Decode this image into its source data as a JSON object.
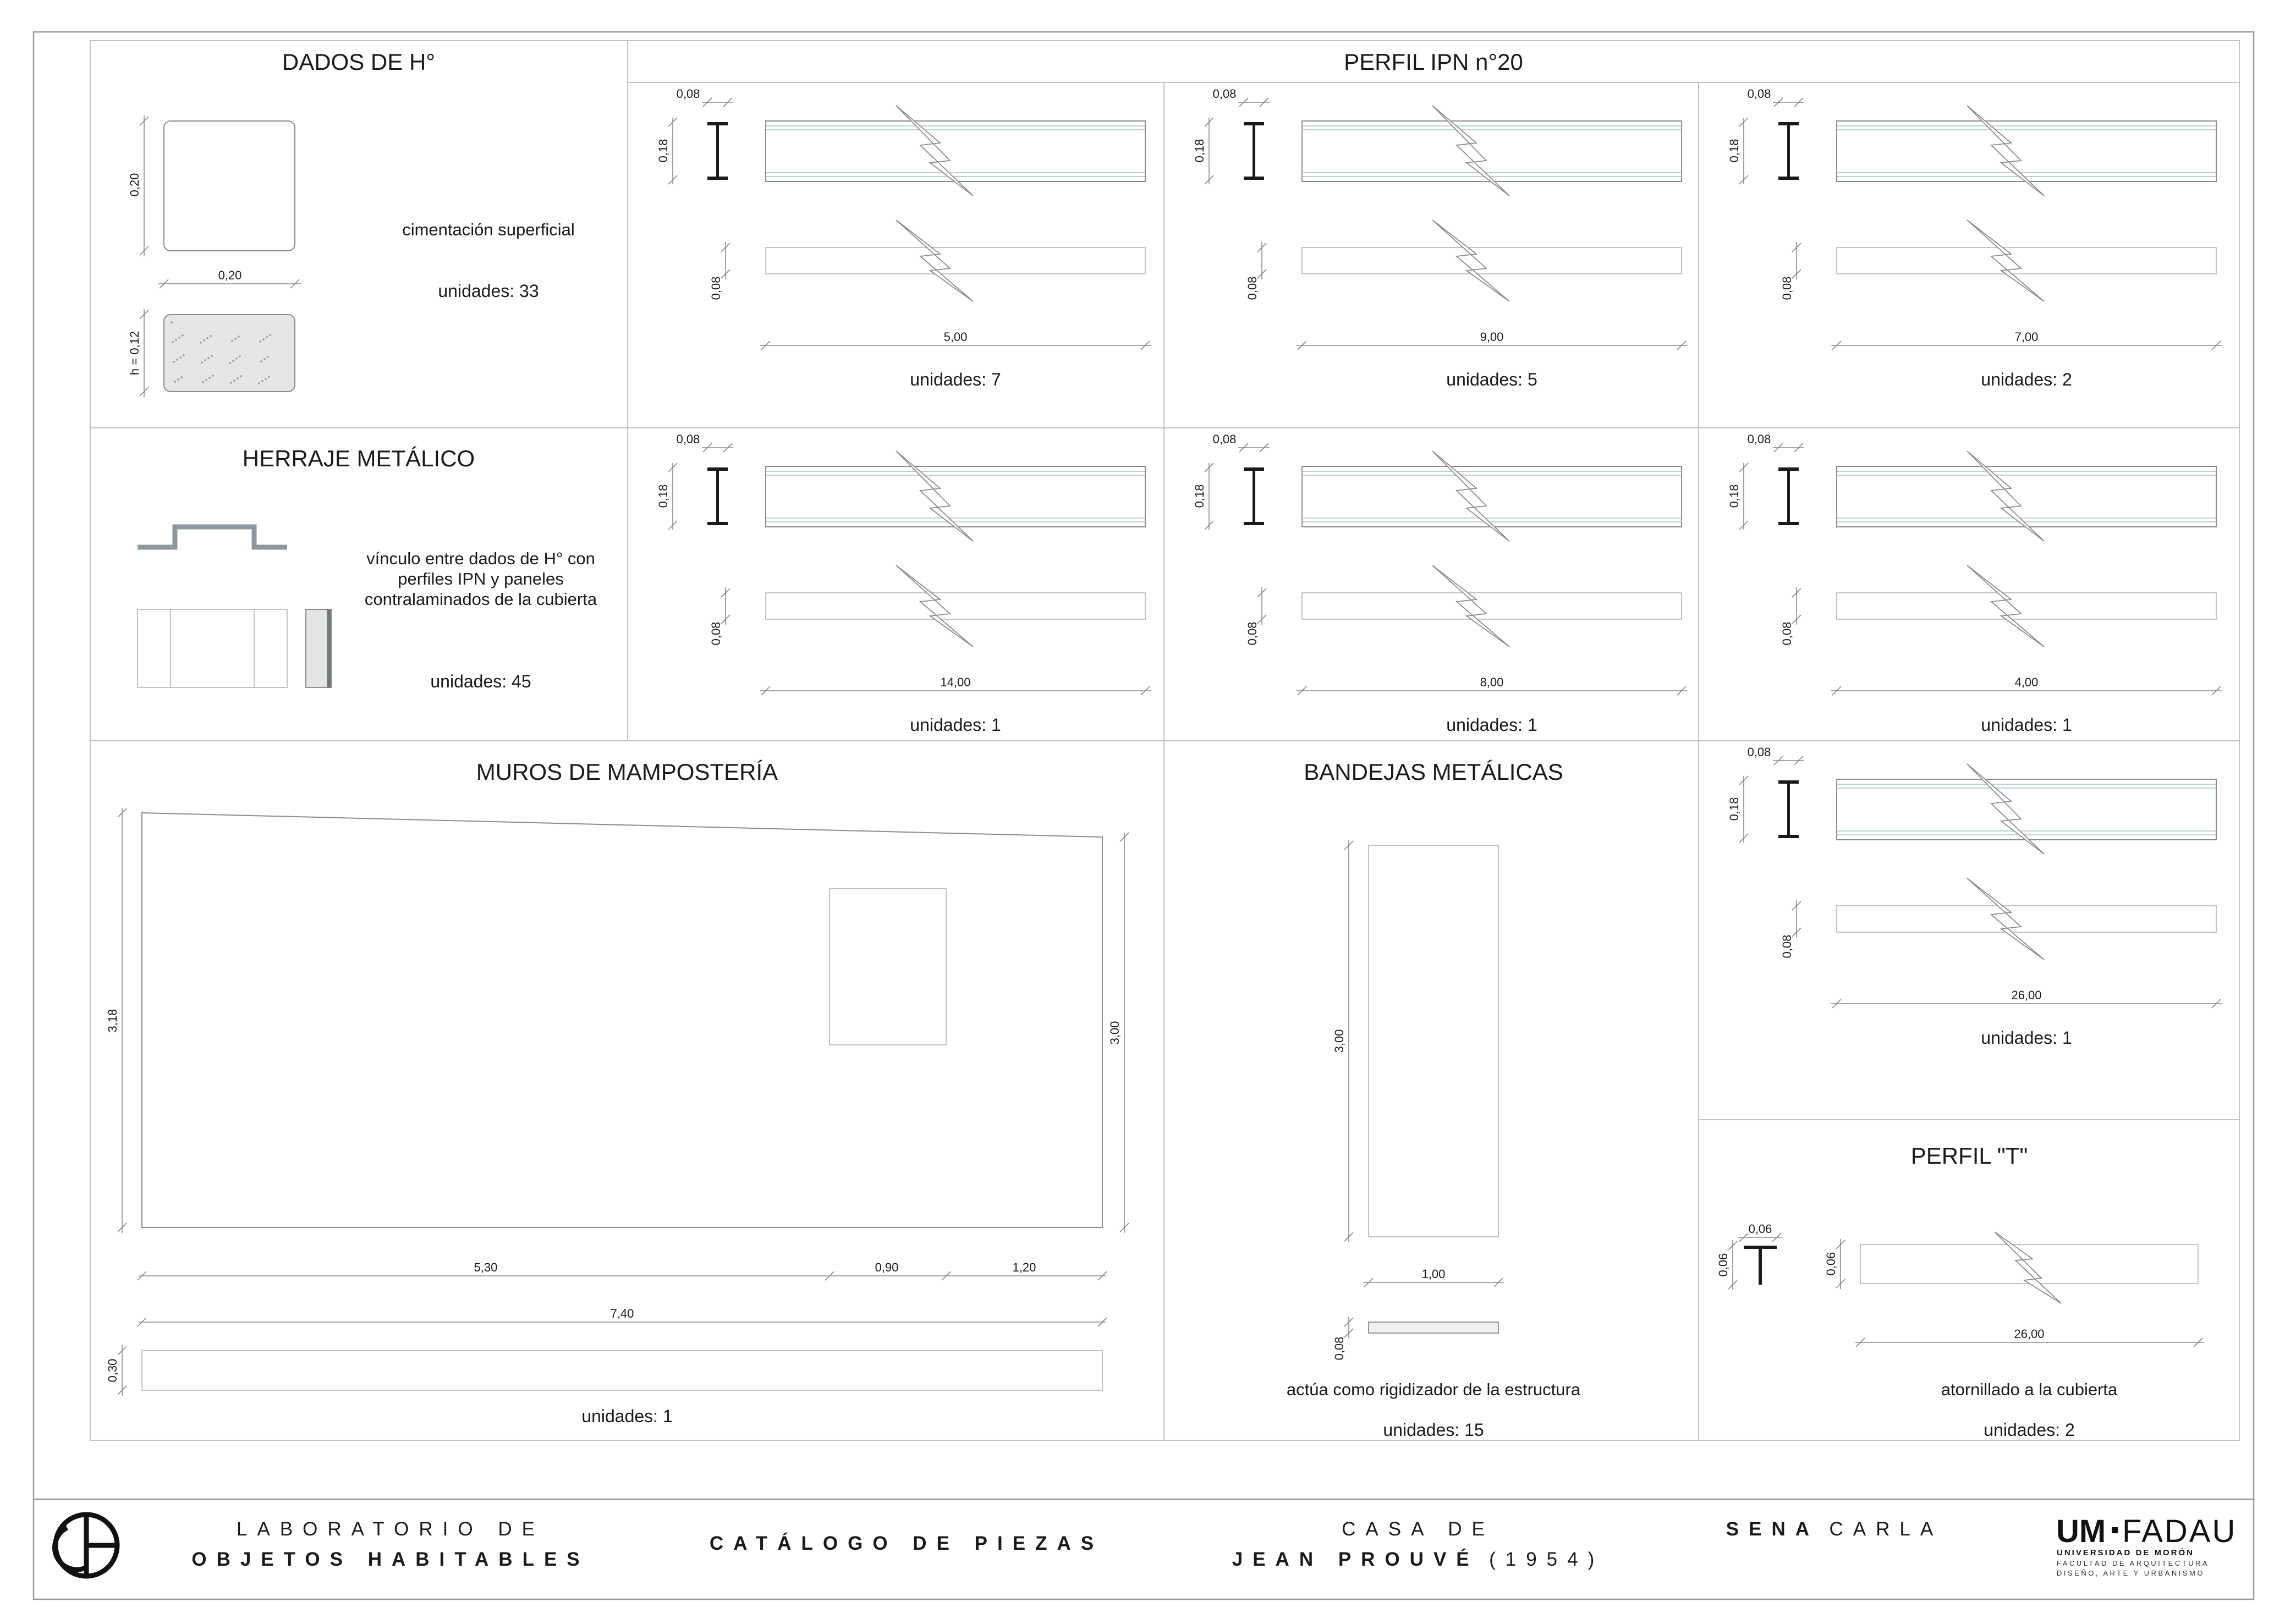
{
  "sheet": {
    "dados": {
      "title": "DADOS DE H°",
      "dim_height": "0,20",
      "dim_width": "0,20",
      "dim_h": "h = 0,12",
      "description": "cimentación superficial",
      "units": "unidades: 33"
    },
    "ipn": {
      "title": "PERFIL IPN n°20",
      "profile_width": "0,08",
      "profile_height": "0,18",
      "beam_thickness": "0,08",
      "beams": [
        {
          "length": "5,00",
          "units": "unidades: 7"
        },
        {
          "length": "9,00",
          "units": "unidades: 5"
        },
        {
          "length": "7,00",
          "units": "unidades: 2"
        },
        {
          "length": "14,00",
          "units": "unidades: 1"
        },
        {
          "length": "8,00",
          "units": "unidades: 1"
        },
        {
          "length": "4,00",
          "units": "unidades: 1"
        },
        {
          "length": "26,00",
          "units": "unidades: 1"
        }
      ]
    },
    "herraje": {
      "title": "HERRAJE METÁLICO",
      "description_lines": [
        "vínculo entre dados de H° con",
        "perfiles IPN y paneles",
        "contralaminados de la cubierta"
      ],
      "units": "unidades: 45"
    },
    "muros": {
      "title": "MUROS DE MAMPOSTERÍA",
      "dim_left_height": "3,18",
      "dim_right_height": "3,00",
      "dim_segments": [
        "5,30",
        "0,90",
        "1,20"
      ],
      "dim_total": "7,40",
      "dim_thickness": "0,30",
      "units": "unidades: 1"
    },
    "bandejas": {
      "title": "BANDEJAS METÁLICAS",
      "dim_height": "3,00",
      "dim_width": "1,00",
      "dim_thickness": "0,08",
      "description": "actúa como rigidizador de la estructura",
      "units": "unidades: 15"
    },
    "perfil_t": {
      "title": "PERFIL \"T\"",
      "profile_width": "0,06",
      "profile_height": "0,06",
      "beam_height": "0,06",
      "length": "26,00",
      "description": "atornillado a la cubierta",
      "units": "unidades: 2"
    }
  },
  "title_block": {
    "lab_line1": "LABORATORIO DE",
    "lab_line2": "OBJETOS HABITABLES",
    "catalog": "CATÁLOGO DE PIEZAS",
    "house_line1": "CASA DE",
    "house_name": "JEAN PROUVÉ",
    "house_year": "(1954)",
    "author_surname": "SENA",
    "author_name": "CARLA",
    "brand_um": "UM",
    "brand_fadau": "FADAU",
    "university": "UNIVERSIDAD DE MORÓN",
    "faculty_line1": "FACULTAD DE ARQUITECTURA",
    "faculty_line2": "DISEÑO, ARTE Y URBANISMO"
  }
}
